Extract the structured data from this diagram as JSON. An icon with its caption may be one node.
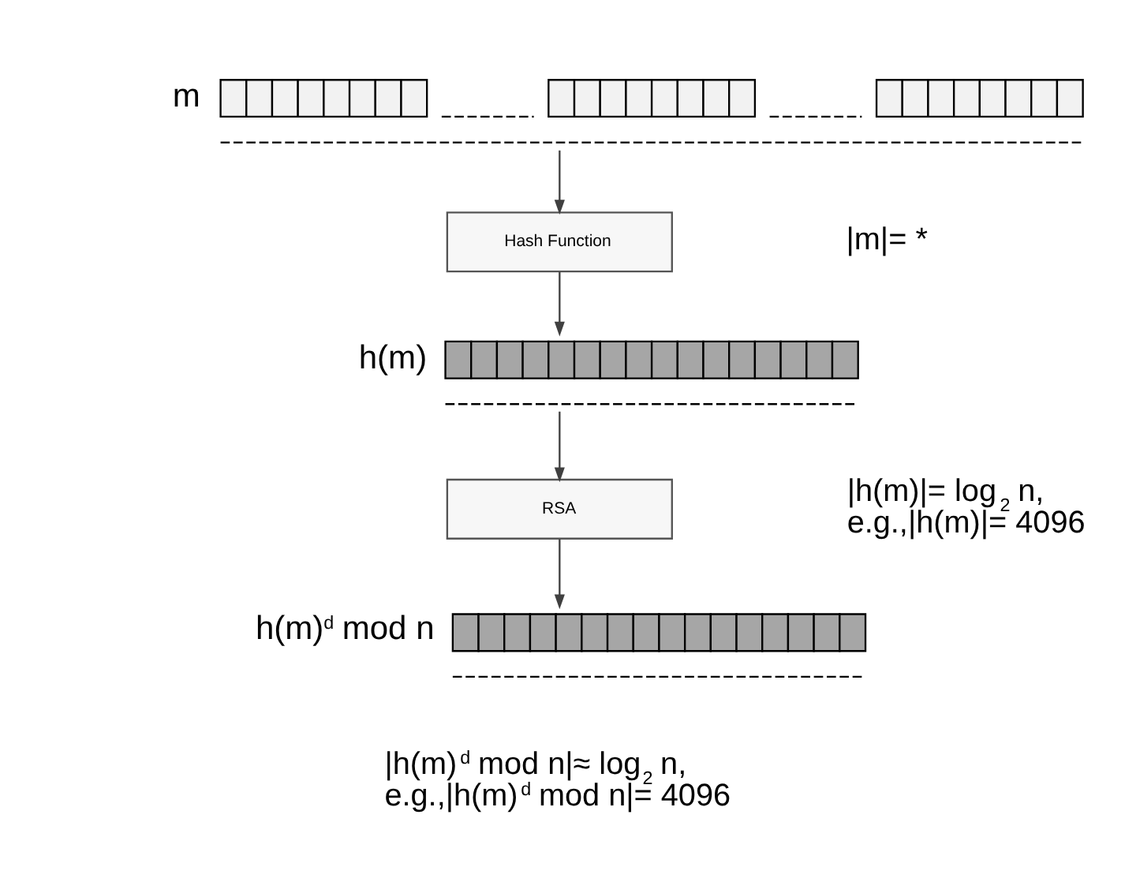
{
  "diagram": {
    "nodes": [
      {
        "text": [],
        "shape": "bar",
        "beside": [
          "m"
        ]
      },
      {
        "text": [
          "Hash Function"
        ]
      },
      {
        "text": [],
        "shape": "bar",
        "beside": [
          "h(m)"
        ]
      },
      {
        "text": [
          "RSA"
        ]
      },
      {
        "text": [],
        "shape": "bar",
        "beside": [
          "h(m)$^{d}$ mod n"
        ]
      }
    ],
    "edges": [
      {
        "from": 0,
        "to": 1,
        "arrow": "to"
      },
      {
        "from": 1,
        "to": 2,
        "arrow": "to"
      },
      {
        "from": 2,
        "to": 3,
        "arrow": "to"
      },
      {
        "from": 3,
        "to": 4,
        "arrow": "to"
      }
    ],
    "labels": [
      "|m|= *",
      "|h(m)|= log$_{2}$ n,",
      "e.g.,|h(m)|= 4096",
      "|h(m)$^{d}$ mod n|≈ log$_{2}$ n,",
      "e.g.,|h(m)$^{d}$ mod n|= 4096"
    ]
  }
}
